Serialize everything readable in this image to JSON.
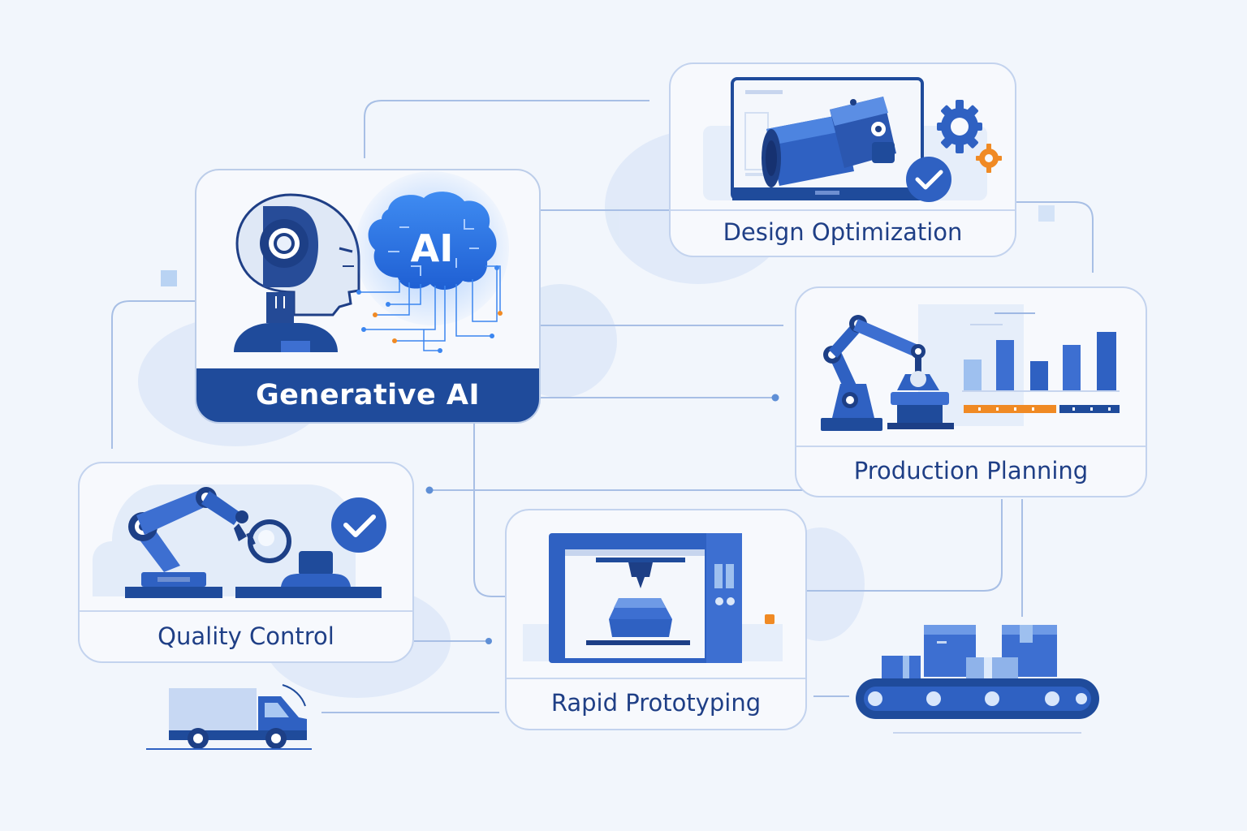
{
  "cards": {
    "generative_ai": {
      "label": "Generative AI",
      "chip_text": "AI"
    },
    "design_optimization": {
      "label": "Design Optimization"
    },
    "production_planning": {
      "label": "Production Planning"
    },
    "quality_control": {
      "label": "Quality Control"
    },
    "rapid_prototyping": {
      "label": "Rapid Prototyping"
    }
  },
  "colors": {
    "primary": "#1f4b9b",
    "accent_blue": "#3d6fd1",
    "light_blue": "#9ec0ef",
    "connector": "#9fb8e3",
    "orange": "#f08a24",
    "background": "#f2f6fc"
  },
  "icons": [
    "robot-head-icon",
    "ai-brain-icon",
    "camera-part-icon",
    "gear-icon",
    "check-icon",
    "robot-arm-icon",
    "bar-chart-icon",
    "3d-printer-icon",
    "conveyor-belt-icon",
    "delivery-truck-icon"
  ]
}
